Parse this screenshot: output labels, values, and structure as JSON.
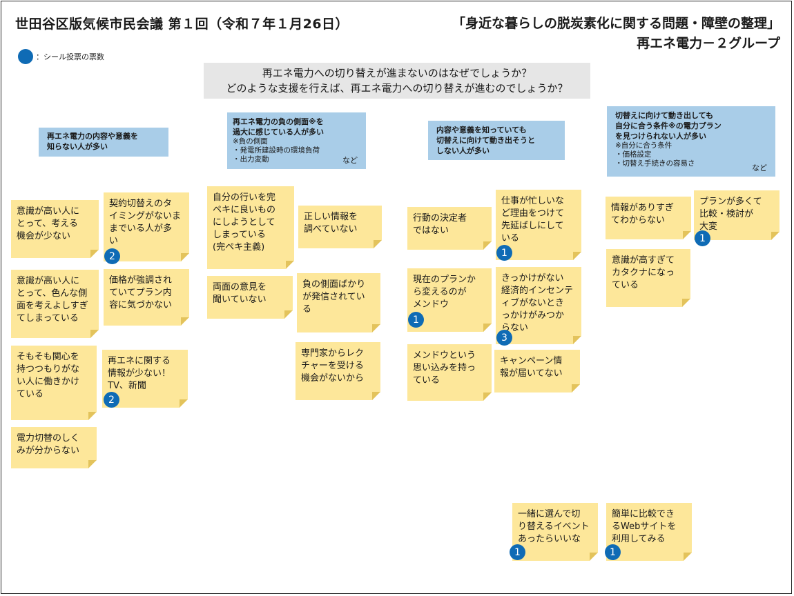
{
  "header": {
    "left": "世田谷区版気候市民会議 第１回（令和７年１月26日）",
    "right_line1": "「身近な暮らしの脱炭素化に関する問題・障壁の整理」",
    "right_line2": "再エネ電力－２グループ"
  },
  "legend": {
    "text": "：シール投票の票数",
    "dot_color": "#0f6bb5"
  },
  "question": {
    "line1": "再エネ電力への切り替えが進まないのはなぜでしょうか？",
    "line2": "どのような支援を行えば、再エネ電力への切り替えが進むのでしょうか？"
  },
  "categories": [
    {
      "title": "再エネ電力の内容や意義を\n知らない人が多い"
    },
    {
      "title": "再エネ電力の負の側面※を\n過大に感じている人が多い",
      "note": "※負の側面\n・発電所建設時の環境負荷\n・出力変動",
      "nado": "など"
    },
    {
      "title": "内容や意義を知っていても\n切替えに向けて動き出そうと\nしない人が多い"
    },
    {
      "title": "切替えに向けて動き出しても\n自分に合う条件※の電力プラン\nを見つけられない人が多い",
      "note": "※自分に合う条件\n・価格設定\n・切替え手続きの容易さ",
      "nado": "など"
    }
  ],
  "stickies": [
    {
      "text": "意識が高い人に\nとって、考える\n機会が少ない"
    },
    {
      "text": "契約切替えのタ\nイミングがないま\nまでいる人が多\nい",
      "votes": "2"
    },
    {
      "text": "意識が高い人に\nとって、色んな側\n面を考えよしすぎ\nてしまっている"
    },
    {
      "text": "価格が強調され\nていてプラン内\n容に気づかない"
    },
    {
      "text": "そもそも関心を\n持つつもりがな\nい人に働きかけ\nている"
    },
    {
      "text": "再エネに関する\n情報が少ない！\nTV、新聞",
      "votes": "2"
    },
    {
      "text": "電力切替のしく\nみが分からない"
    },
    {
      "text": "自分の行いを完\nペキに良いもの\nにしようとして\nしまっている\n(完ペキ主義)"
    },
    {
      "text": "正しい情報を\n調べていない"
    },
    {
      "text": "両面の意見を\n聞いていない"
    },
    {
      "text": "負の側面ばかり\nが発信されてい\nる"
    },
    {
      "text": "専門家からレク\nチャーを受ける\n機会がないから"
    },
    {
      "text": "行動の決定者\nではない"
    },
    {
      "text": "仕事が忙しいな\nど理由をつけて\n先延ばしにして\nいる",
      "votes": "1"
    },
    {
      "text": "現在のプランか\nら変えるのが\nメンドウ",
      "votes": "1"
    },
    {
      "text": "きっかけがない\n経済的インセンテ\nィブがないとき\nっかけがみつか\nらない",
      "votes": "3"
    },
    {
      "text": "メンドウという\n思い込みを持っ\nている"
    },
    {
      "text": "キャンペーン情\n報が届いてない"
    },
    {
      "text": "情報がありすぎ\nてわからない"
    },
    {
      "text": "プランが多くて\n比較・検討が\n大変",
      "votes": "1"
    },
    {
      "text": "意識が高すぎて\nカタクナになっ\nている"
    },
    {
      "text": "一緒に選んで切\nり替えるイベント\nあったらいいな",
      "votes": "1"
    },
    {
      "text": "簡単に比較でき\nるWebサイトを\n利用してみる",
      "votes": "1"
    }
  ]
}
